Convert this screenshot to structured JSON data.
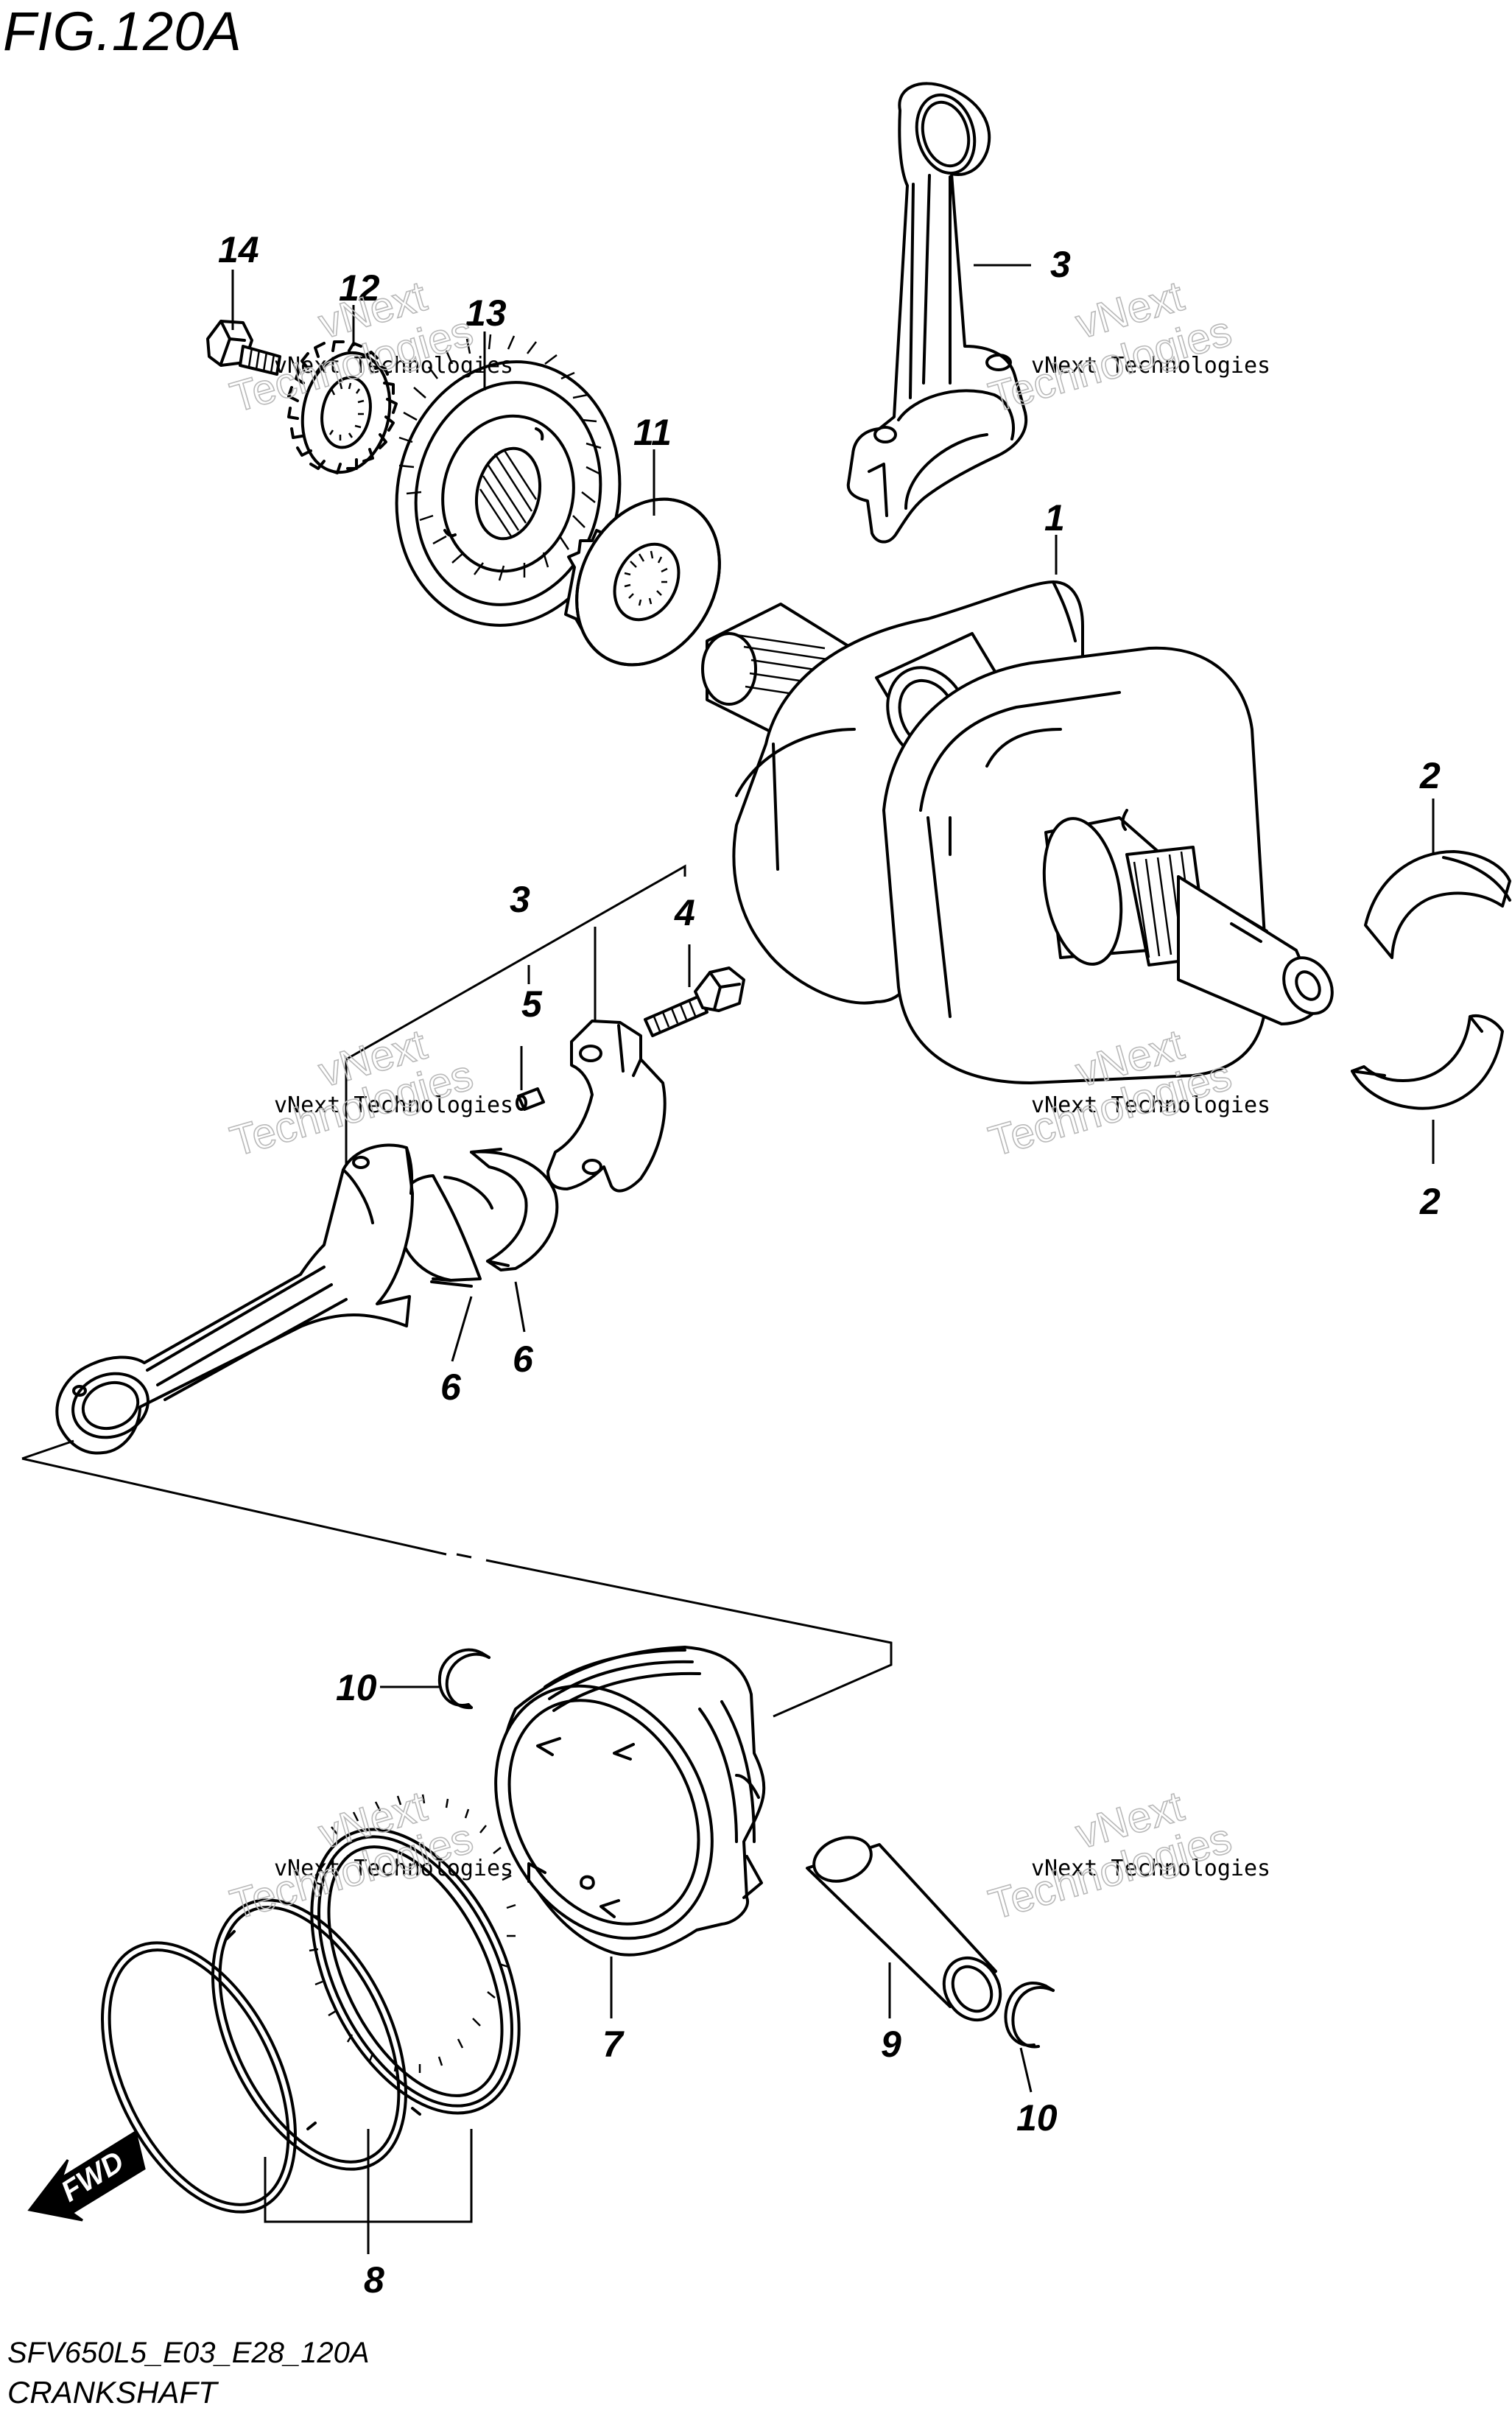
{
  "figure": {
    "title": "FIG.120A",
    "code": "SFV650L5_E03_E28_120A",
    "name": "CRANKSHAFT"
  },
  "callouts": {
    "c1": "1",
    "c2a": "2",
    "c2b": "2",
    "c3a": "3",
    "c3b": "3",
    "c4": "4",
    "c5": "5",
    "c6a": "6",
    "c6b": "6",
    "c7": "7",
    "c8": "8",
    "c9": "9",
    "c10a": "10",
    "c10b": "10",
    "c11": "11",
    "c12": "12",
    "c13": "13",
    "c14": "14"
  },
  "fwd_label": "FWD",
  "watermark": {
    "line_top": "vNext",
    "line_mid": "vNext Technologies",
    "line_big": "Technologies"
  },
  "colors": {
    "ink": "#000000",
    "background": "#ffffff",
    "watermark": "#b9b9b9"
  }
}
